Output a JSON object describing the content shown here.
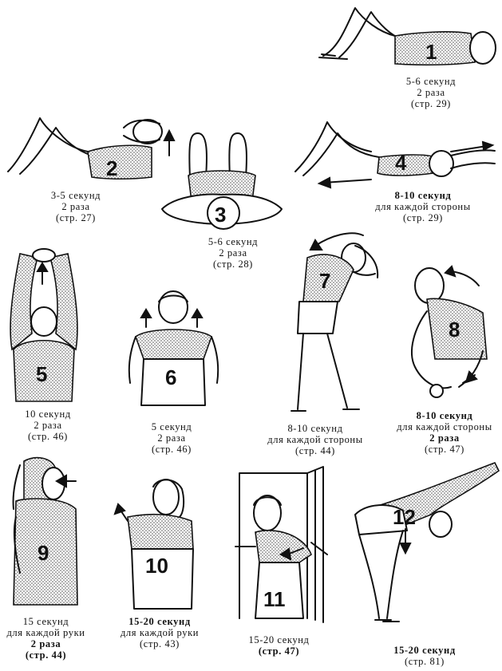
{
  "exercises": [
    {
      "number": "1",
      "lines": [
        "5-6  секунд",
        "2 раза",
        "(стр. 29)"
      ]
    },
    {
      "number": "2",
      "lines": [
        "3-5  секунд",
        "2 раза",
        "(стр. 27)"
      ]
    },
    {
      "number": "3",
      "lines": [
        "5-6  секунд",
        "2 раза",
        "(стр. 28)"
      ]
    },
    {
      "number": "4",
      "lines": [
        "8-10  секунд",
        "для каждой стороны",
        "(стр. 29)"
      ]
    },
    {
      "number": "5",
      "lines": [
        "10  секунд",
        "2 раза",
        "(стр. 46)"
      ]
    },
    {
      "number": "6",
      "lines": [
        "5  секунд",
        "2 раза",
        "(стр. 46)"
      ]
    },
    {
      "number": "7",
      "lines": [
        "8-10  секунд",
        "для каждой стороны",
        "(стр. 44)"
      ]
    },
    {
      "number": "8",
      "lines": [
        "8-10  секунд",
        "для каждой стороны",
        "2 раза",
        "(стр. 47)"
      ]
    },
    {
      "number": "9",
      "lines": [
        "15  секунд",
        "для каждой руки",
        "2 раза",
        "(стр.  44)"
      ]
    },
    {
      "number": "10",
      "lines": [
        "15-20  секунд",
        "для каждой руки",
        "(стр. 43)"
      ]
    },
    {
      "number": "11",
      "lines": [
        "15-20  секунд",
        "(стр. 47)"
      ]
    },
    {
      "number": "12",
      "lines": [
        "15-20  секунд",
        "(стр. 81)"
      ]
    }
  ]
}
